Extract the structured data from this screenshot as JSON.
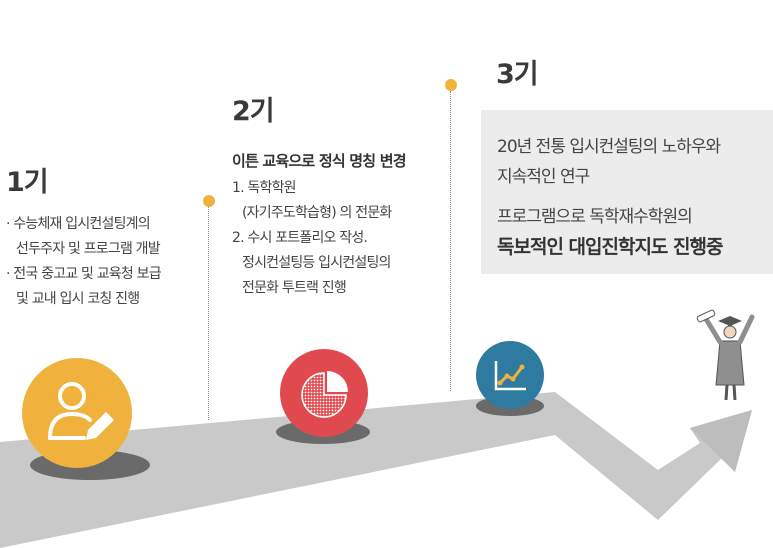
{
  "gen1": {
    "title": "1기",
    "lines": [
      "· 수능체재 입시컨설팅계의",
      "선두주자 및 프로그램 개발",
      "· 전국 중고교 및 교육청 보급",
      "및 교내 입시 코칭 진행"
    ]
  },
  "gen2": {
    "title": "2기",
    "heading": "이튼 교육으로 정식 명칭 변경",
    "lines": [
      "1. 독학학원",
      "(자기주도학습형) 의 전문화",
      "2. 수시 포트폴리오 작성.",
      "정시컨설팅등 입시컨설팅의",
      "전문화 투트랙 진행"
    ]
  },
  "gen3": {
    "title": "3기",
    "lines": [
      "20년 전통 입시컨설팅의 노하우와",
      "지속적인 연구",
      "프로그램으로 독학재수학원의"
    ],
    "bold_line": "독보적인 대입진학지도 진행중"
  },
  "colors": {
    "accent_dot": "#f0b23c",
    "circle1": "#f0b23c",
    "circle2": "#e04a4f",
    "circle3": "#2e7aa0",
    "road": "#c9c9c9",
    "box": "#ececec"
  },
  "icons": [
    "user-edit-icon",
    "pie-chart-icon",
    "line-chart-icon",
    "graduate-icon",
    "arrow-icon"
  ]
}
